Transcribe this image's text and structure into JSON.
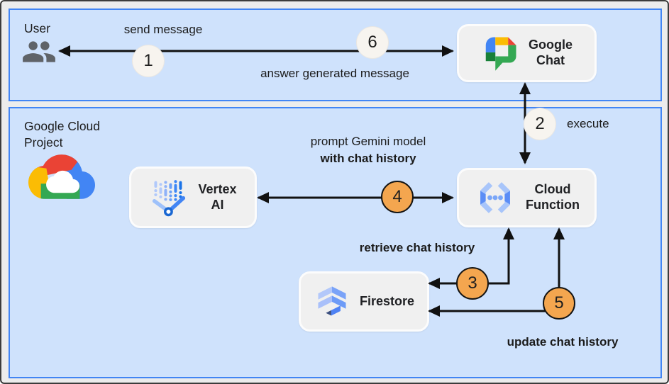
{
  "zones": {
    "user": {
      "label": "User"
    },
    "gcp": {
      "label": "Google Cloud\nProject"
    }
  },
  "nodes": {
    "google_chat": {
      "label": "Google\nChat"
    },
    "vertex_ai": {
      "label": "Vertex\nAI"
    },
    "cloud_function": {
      "label": "Cloud\nFunction"
    },
    "firestore": {
      "label": "Firestore"
    }
  },
  "labels": {
    "send_message": "send message",
    "answer": "answer generated message",
    "execute": "execute",
    "prompt_line1": "prompt Gemini model",
    "prompt_line2": "with chat history",
    "retrieve": "retrieve chat history",
    "update": "update chat history"
  },
  "badges": [
    {
      "number": "1",
      "variant": "light"
    },
    {
      "number": "2",
      "variant": "light"
    },
    {
      "number": "3",
      "variant": "orange"
    },
    {
      "number": "4",
      "variant": "orange"
    },
    {
      "number": "5",
      "variant": "orange"
    },
    {
      "number": "6",
      "variant": "light"
    }
  ],
  "colors": {
    "panel_fill": "#cfe2fc",
    "panel_border": "#4285f4",
    "node_fill": "#f0f0f0",
    "badge_light": "#f7f4ef",
    "badge_orange": "#f4a64f",
    "arrow": "#111111",
    "google_blue": "#4285f4",
    "google_red": "#ea4335",
    "google_yellow": "#fbbc04",
    "google_green": "#34a853"
  }
}
